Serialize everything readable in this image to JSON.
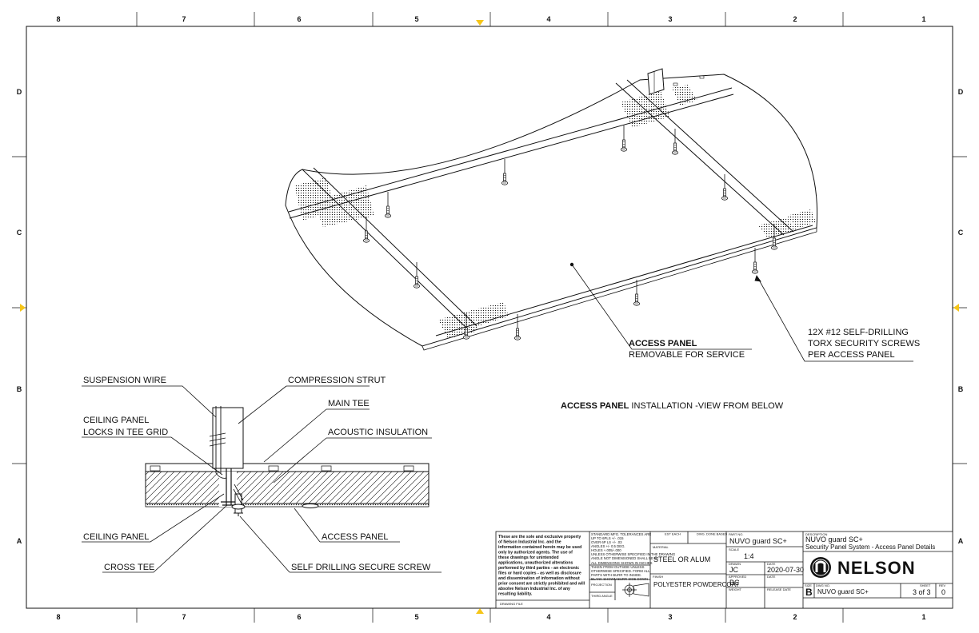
{
  "zones": {
    "top": [
      "8",
      "7",
      "6",
      "5",
      "4",
      "3",
      "2",
      "1"
    ],
    "bottom": [
      "8",
      "7",
      "6",
      "5",
      "4",
      "3",
      "2",
      "1"
    ],
    "left": [
      "D",
      "C",
      "B",
      "A"
    ],
    "right": [
      "D",
      "C",
      "B",
      "A"
    ]
  },
  "colors": {
    "ink": "#111111",
    "marker": "#f5c518",
    "panel_fill": "#ffffff"
  },
  "iso_view": {
    "screw_callout": [
      "12X #12 SELF-DRILLING",
      "TORX SECURITY SCREWS",
      "PER ACCESS PANEL"
    ],
    "panel_callout_title": "ACCESS PANEL",
    "panel_callout_sub": "REMOVABLE FOR SERVICE",
    "caption_bold": "ACCESS PANEL",
    "caption_rest": " INSTALLATION -VIEW FROM BELOW"
  },
  "section_view": {
    "suspension_wire": "SUSPENSION WIRE",
    "compression_strut": "COMPRESSION STRUT",
    "main_tee": "MAIN TEE",
    "ceiling_panel_locks_1": "CEILING PANEL",
    "ceiling_panel_locks_2": "LOCKS IN TEE GRID",
    "acoustic_insulation": "ACOUSTIC INSULATION",
    "ceiling_panel": "CEILING PANEL",
    "access_panel": "ACCESS PANEL",
    "cross_tee": "CROSS TEE",
    "self_drilling_screw": "SELF DRILLING SECURE SCREW"
  },
  "title_block": {
    "disclaimer": [
      "These are the sole and exclusive property",
      "of Nelson Industrial Inc. and the",
      "information contained herein may be used",
      "only by authorized agents. The use of",
      "these drawings for unintended",
      "applications, unauthorized alterations",
      "performed by third parties - an electronic",
      "files or hard copies - as well as disclosure",
      "and dissemination of information without",
      "prior consent are strictly prohibited and will",
      "absolve Nelson Industrial Inc. of any",
      "resulting liability."
    ],
    "drawing_file_label": "DRAWING FILE",
    "tolerances": [
      "STANDARD MFG. TOLERANCES ARE",
      "UP TO 6PLS  +/- .015",
      "OVER 6P LS  +/- .03",
      "ANGLES      +/- 0.5 DEG.",
      "HOLES       +.005/-.000",
      "UNLESS OTHERWISE SPECIFIED IN THE DRAWING",
      "ANGLE NOT DIMENSIONED SHALL BE 90",
      "ALL DIMENSIONS SHOWN IN INCHES",
      "TAKEN FROM OUTSIDE UNLESS",
      "OTHERWISE SPECIFIED. FORM ALL",
      "PARTS WITH BURR TO INSIDE.",
      "BLANK SHOWN BURR SIDE DOWN"
    ],
    "projection_label": "PROJECTION",
    "third_angle_label": "THIRD ANGLE",
    "est_each_label": "EST EACH",
    "dwg_done_label": "DWG. DONE BASED",
    "material_label": "MATERIAL",
    "material_value": "STEEL OR ALUM",
    "finish_label": "FINISH",
    "finish_value": "POLYESTER POWDERCOAT",
    "part_no_label": "PART NO.",
    "part_no_value": "NUVO guard  SC+",
    "scale_label": "SCALE",
    "scale_value": "1:4",
    "drawn_label": "DRAWN",
    "drawn_value": "JC",
    "date_label": "DATE",
    "date_value": "2020-07-30",
    "approved_label": "APPROVED",
    "approved_value": "BC",
    "date2_label": "DATE",
    "weight_label": "WEIGHT",
    "release_date_label": "RELEASE DATE",
    "description_label": "DESCRIPTION",
    "description_line1": "NUVO guard SC+",
    "description_line2": "Security Panel System  - Access Panel Details",
    "brand": "NELSON",
    "size_label": "SIZE",
    "size_value": "B",
    "dwg_no_label": "DWG NO.",
    "dwg_no_value": "NUVO guard  SC+",
    "sheet_label": "SHEET",
    "sheet_value": "3 of 3",
    "rev_label": "REV",
    "rev_value": "0"
  }
}
